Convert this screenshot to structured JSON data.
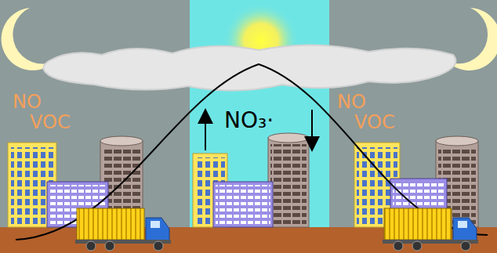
{
  "diagram": {
    "labels": [
      "NO",
      "VOC",
      "NO₃·",
      "NO",
      "VOC"
    ]
  }
}
